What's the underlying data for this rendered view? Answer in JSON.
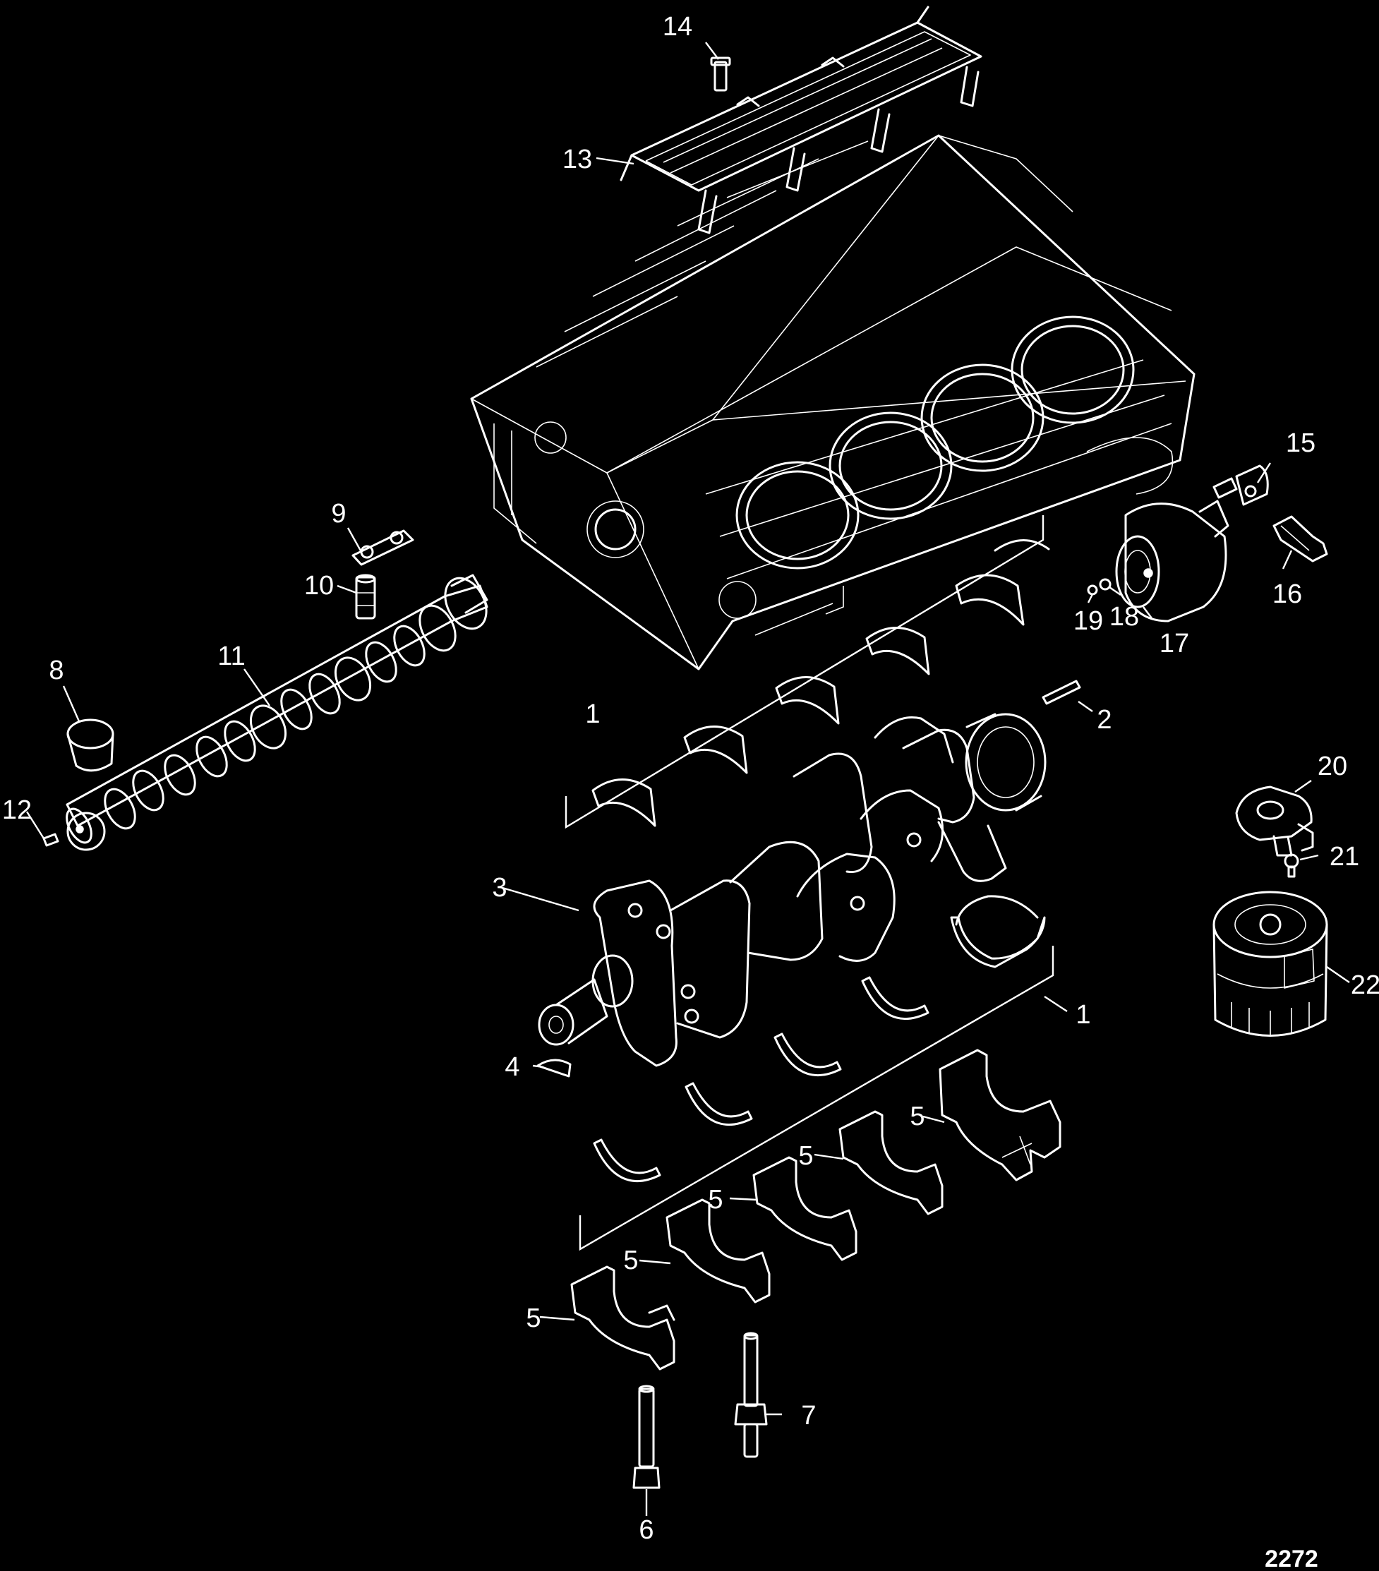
{
  "callouts": {
    "c1a": "1",
    "c1b": "1",
    "c2": "2",
    "c3": "3",
    "c4": "4",
    "c5a": "5",
    "c5b": "5",
    "c5c": "5",
    "c5d": "5",
    "c5e": "5",
    "c6": "6",
    "c7": "7",
    "c8": "8",
    "c9": "9",
    "c10": "10",
    "c11": "11",
    "c12": "12",
    "c13": "13",
    "c14": "14",
    "c15": "15",
    "c16": "16",
    "c17": "17",
    "c18": "18",
    "c19": "19",
    "c20": "20",
    "c21": "21",
    "c22": "22"
  },
  "figure_number": "2272",
  "colors": {
    "background": "#000000",
    "line": "#ffffff"
  }
}
